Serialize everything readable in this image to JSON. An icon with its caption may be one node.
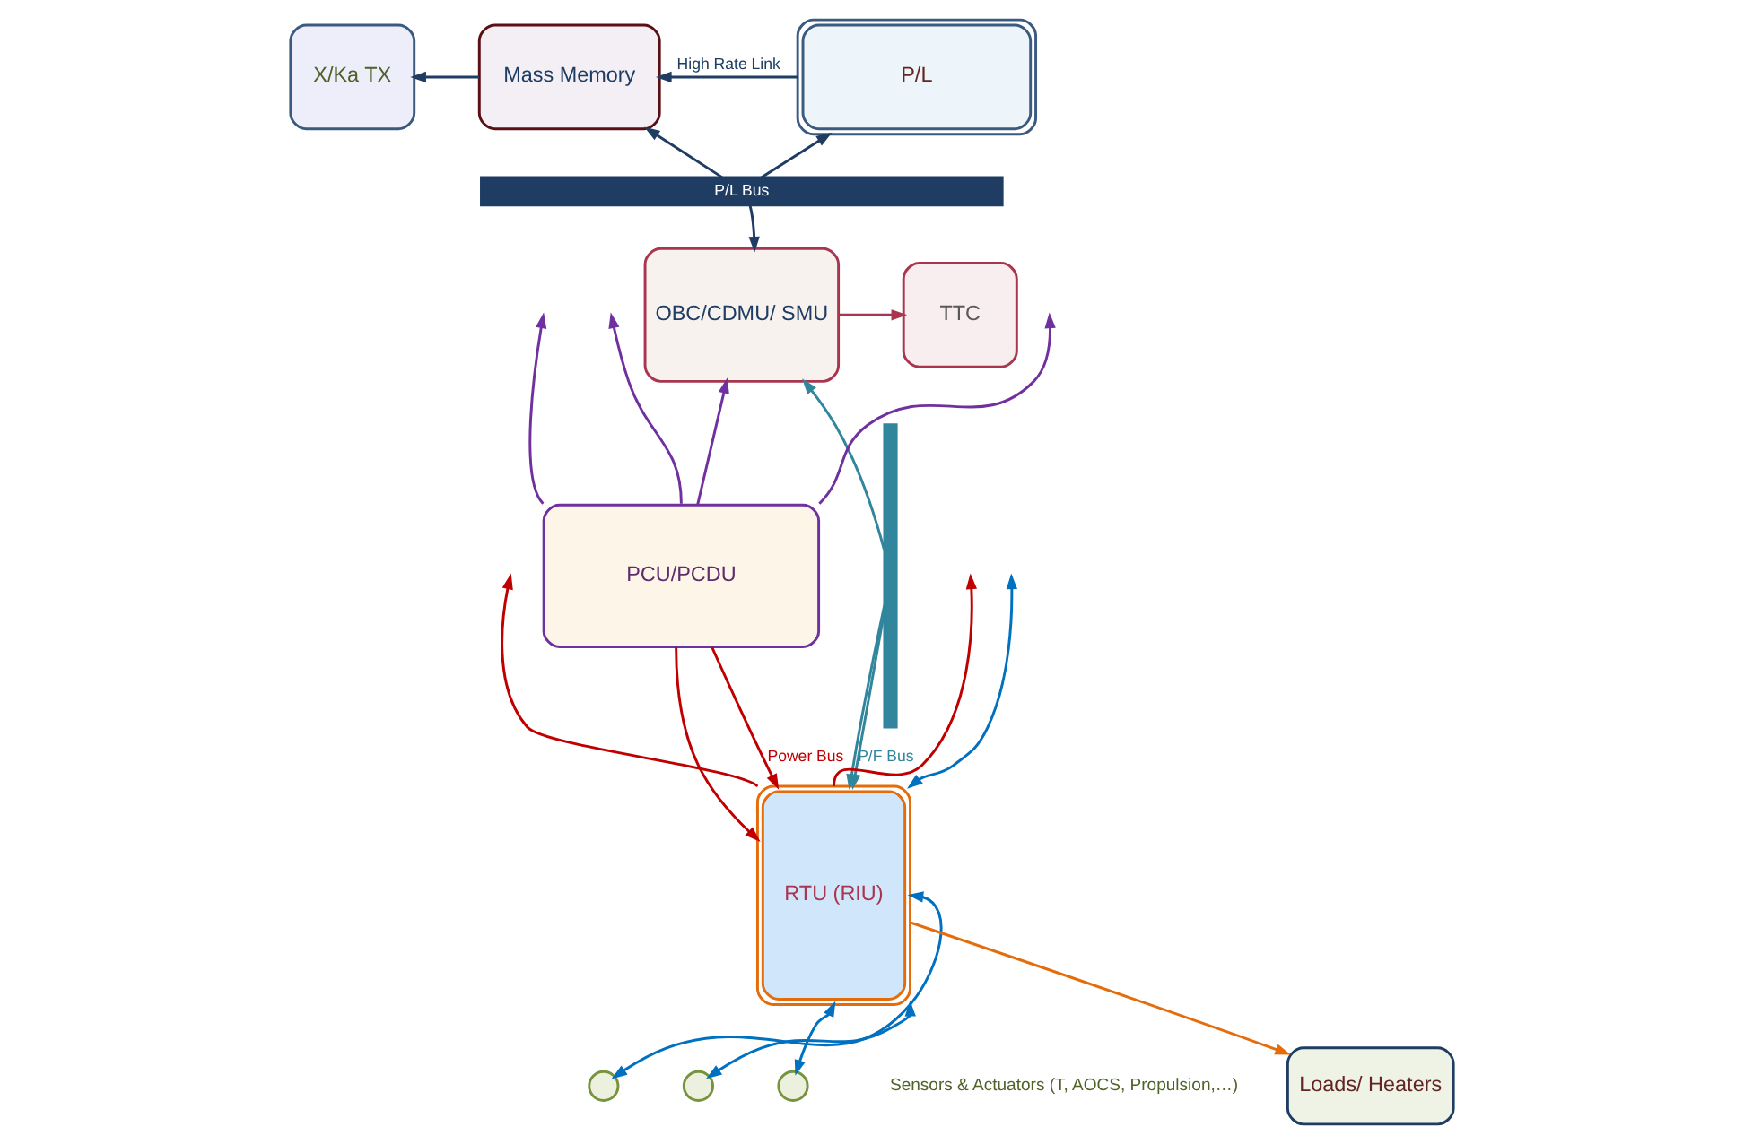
{
  "diagram": {
    "nodes": [
      {
        "text": [
          "X/Ka TX"
        ]
      },
      {
        "text": [
          "Mass Memory"
        ]
      },
      {
        "text": [
          "P/L"
        ]
      },
      {
        "text": [
          "P/L Bus"
        ]
      },
      {
        "text": [
          "TTC"
        ]
      },
      {
        "text": [
          "OBC/CDMU/ SMU"
        ]
      },
      {
        "text": [],
        "shape": "bar"
      },
      {
        "text": [
          "PCU/PCDU"
        ]
      },
      {
        "text": [
          "RTU (RIU)"
        ]
      },
      {
        "text": [],
        "shape": "circle"
      },
      {
        "text": [],
        "shape": "circle"
      },
      {
        "text": [],
        "shape": "circle"
      },
      {
        "text": [
          "Loads/ Heaters"
        ]
      }
    ],
    "edges": [
      {
        "from": 1,
        "to": 0,
        "arrow": "to"
      },
      {
        "from": 2,
        "to": 1,
        "arrow": "to",
        "label": "High Rate Link"
      },
      {
        "from": 3,
        "to": 1,
        "arrow": "to"
      },
      {
        "from": 3,
        "to": 2,
        "arrow": "to"
      },
      {
        "from": 3,
        "to": 5,
        "arrow": "to"
      },
      {
        "from": 5,
        "to": 4,
        "arrow": "to",
        "color": "#a8364f"
      },
      {
        "from": 6,
        "to": 5,
        "arrow": "to",
        "color": "#31859c"
      },
      {
        "from": 7,
        "to": 5,
        "arrow": "to",
        "color": "#7030a0"
      },
      {
        "from": 7,
        "to": null,
        "arrow": "to",
        "color": "#7030a0"
      },
      {
        "from": 7,
        "to": null,
        "arrow": "to",
        "color": "#7030a0"
      },
      {
        "from": 7,
        "to": null,
        "arrow": "to",
        "color": "#7030a0"
      },
      {
        "from": 6,
        "to": 8,
        "arrow": "to",
        "label": "P/F Bus",
        "color": "#31859c"
      },
      {
        "from": 7,
        "to": 8,
        "arrow": "to",
        "color": "#c00000"
      },
      {
        "from": 6,
        "to": 8,
        "arrow": "to",
        "color": "#31859c"
      },
      {
        "from": 7,
        "to": 8,
        "arrow": "to",
        "label": "Power Bus",
        "color": "#c00000"
      },
      {
        "from": 8,
        "to": null,
        "arrow": "to",
        "color": "#c00000"
      },
      {
        "from": 8,
        "to": null,
        "arrow": "to",
        "color": "#c00000"
      },
      {
        "from": 8,
        "to": null,
        "arrow": "both",
        "color": "#0070c0"
      },
      {
        "from": 8,
        "to": 9,
        "arrow": "both",
        "color": "#0070c0"
      },
      {
        "from": 8,
        "to": 10,
        "arrow": "both",
        "color": "#0070c0"
      },
      {
        "from": 8,
        "to": 11,
        "arrow": "both",
        "color": "#0070c0"
      },
      {
        "from": 8,
        "to": 12,
        "arrow": "to",
        "color": "#e46c0a"
      }
    ],
    "labels": [
      "Sensors & Actuators (T, AOCS, Propulsion,…)"
    ]
  }
}
